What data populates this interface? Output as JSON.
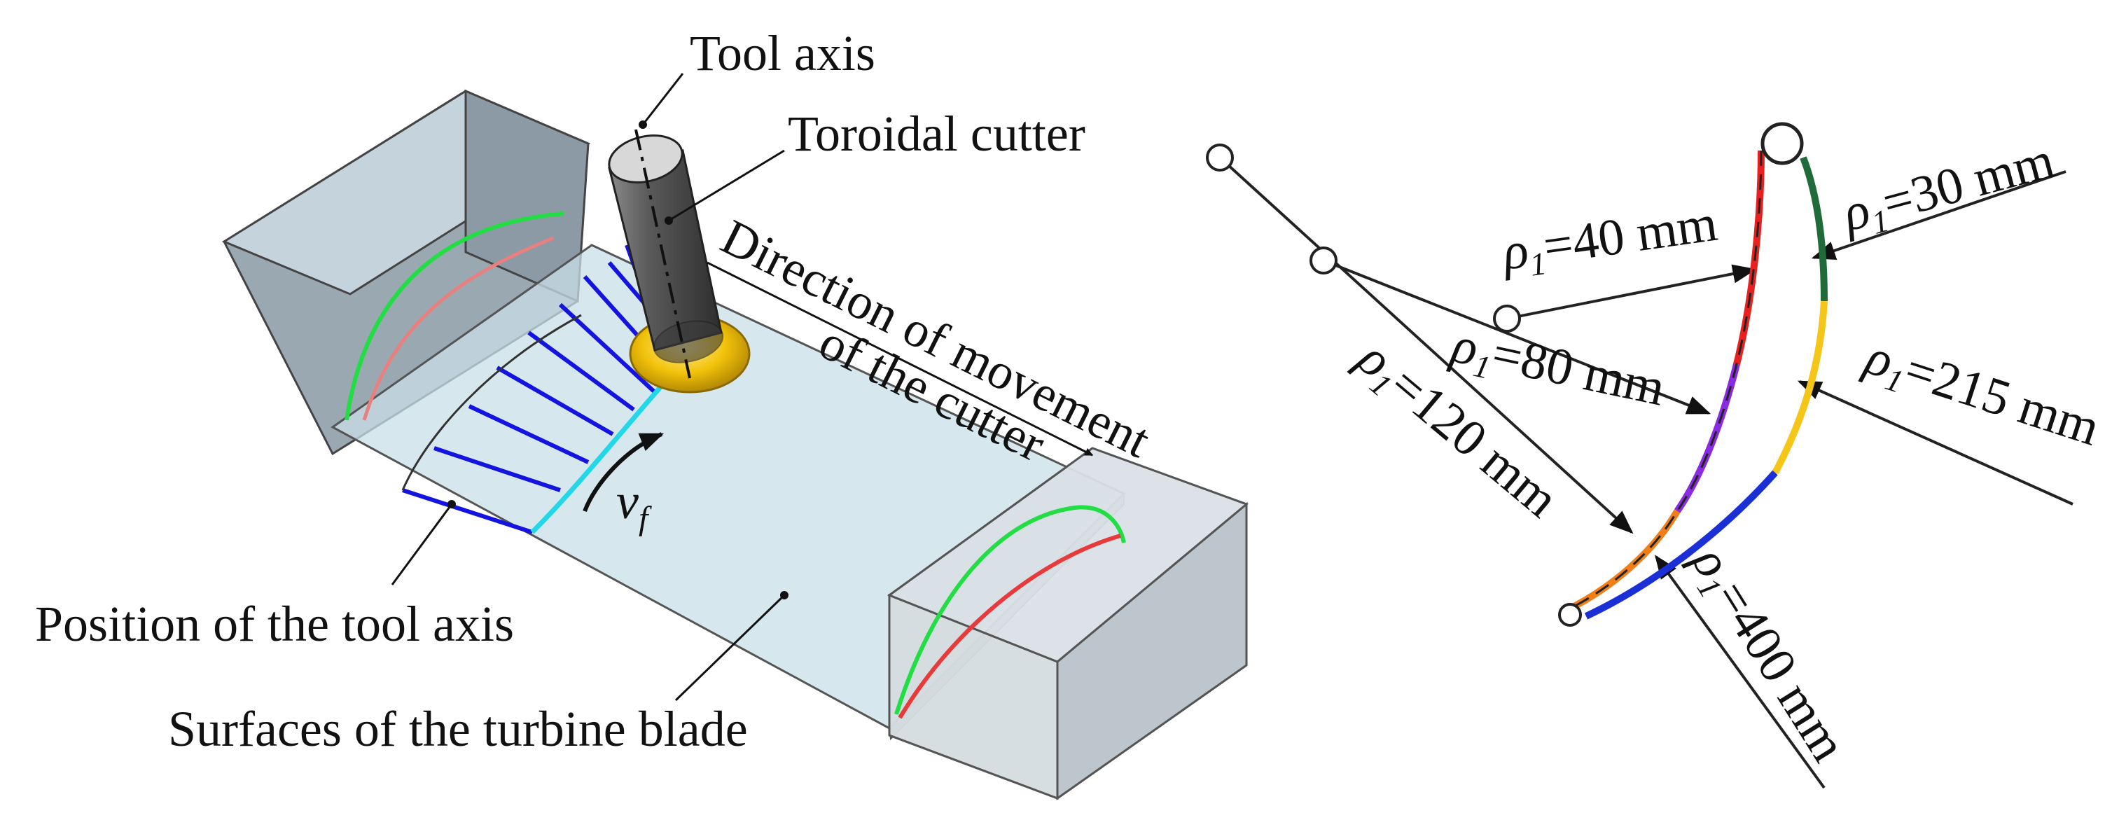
{
  "left_figure": {
    "labels": {
      "tool_axis": "Tool axis",
      "toroidal_cutter": "Toroidal cutter",
      "direction_line1": "Direction of movement",
      "direction_line2": "of the cutter",
      "feed_symbol": "v",
      "feed_subscript": "f",
      "position_tool_axis": "Position of the tool axis",
      "surfaces": "Surfaces of the turbine blade"
    }
  },
  "right_figure": {
    "symbol": "ρ",
    "subscript": "1",
    "radii": [
      {
        "value": "=30 mm",
        "color": "#1f6b3a"
      },
      {
        "value": "=40 mm",
        "color": "#e8201f"
      },
      {
        "value": "=80 mm",
        "color": "#8a2be2"
      },
      {
        "value": "=120 mm",
        "color": "#f07f17"
      },
      {
        "value": "=215 mm",
        "color": "#f5c518"
      },
      {
        "value": "=400 mm",
        "color": "#1a2fd6"
      }
    ]
  },
  "colors": {
    "green_edge": "#22dd44",
    "red_edge": "#e83a3a",
    "blue_lines": "#1414e0",
    "cyan_line": "#22d8e8",
    "cutter_gold": "#f2c20a"
  }
}
